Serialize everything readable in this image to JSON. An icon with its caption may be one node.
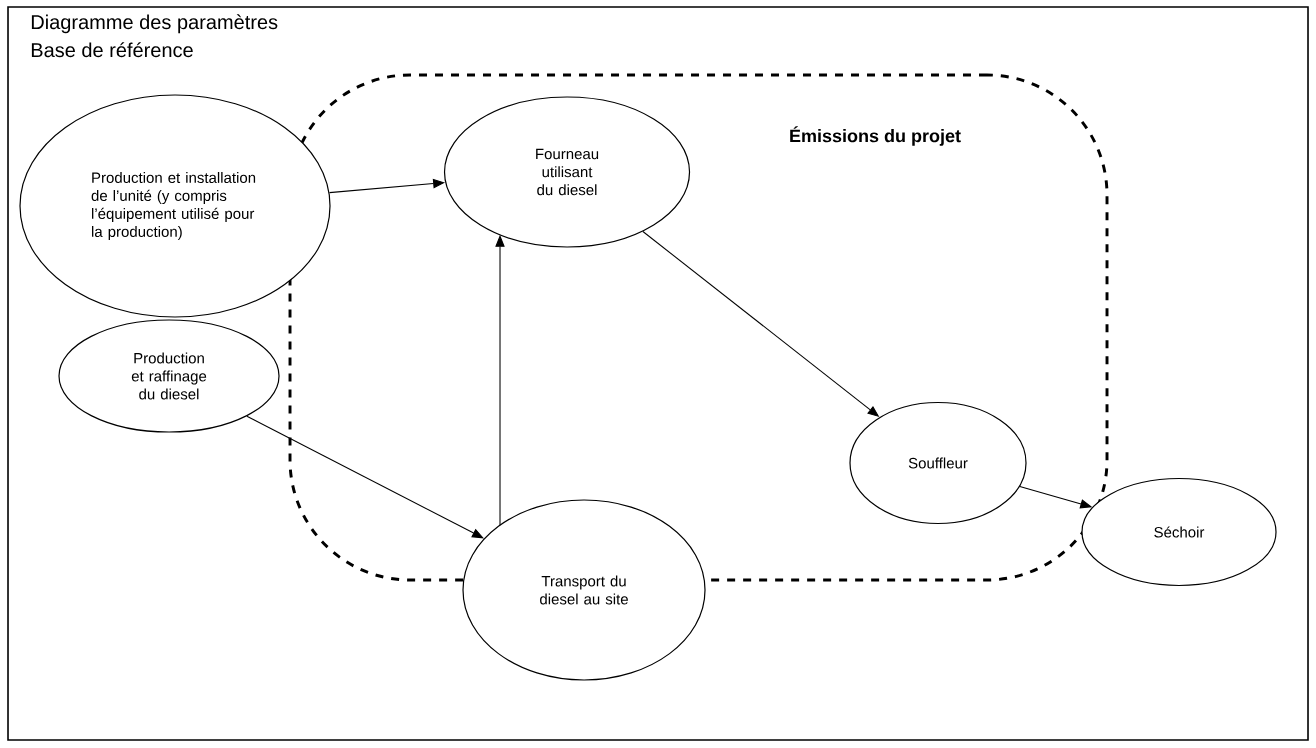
{
  "diagram": {
    "title": "Diagramme des paramètres",
    "nodes": [
      {
        "text": [
          "Émissions du projet"
        ]
      },
      {
        "text": [
          "Production et installation de l’unité (y compris l’équipement utilisé pour la production)"
        ]
      },
      {
        "text": [
          "Fourneau utilisant du diesel"
        ],
        "in": 0
      },
      {
        "text": [
          "Production et raffinage du diesel"
        ]
      },
      {
        "text": [
          "Transport du diesel au site"
        ]
      },
      {
        "text": [
          "Souffleur"
        ],
        "in": 0
      },
      {
        "text": [
          "Séchoir"
        ]
      }
    ],
    "edges": [
      {
        "from": 1,
        "to": 2,
        "arrow": "to"
      },
      {
        "from": 3,
        "to": 4,
        "arrow": "to"
      },
      {
        "from": 4,
        "to": 2,
        "arrow": "to"
      },
      {
        "from": 2,
        "to": 5,
        "arrow": "to"
      },
      {
        "from": 5,
        "to": 6,
        "arrow": "to"
      }
    ],
    "labels": [
      "Base de référence"
    ]
  }
}
